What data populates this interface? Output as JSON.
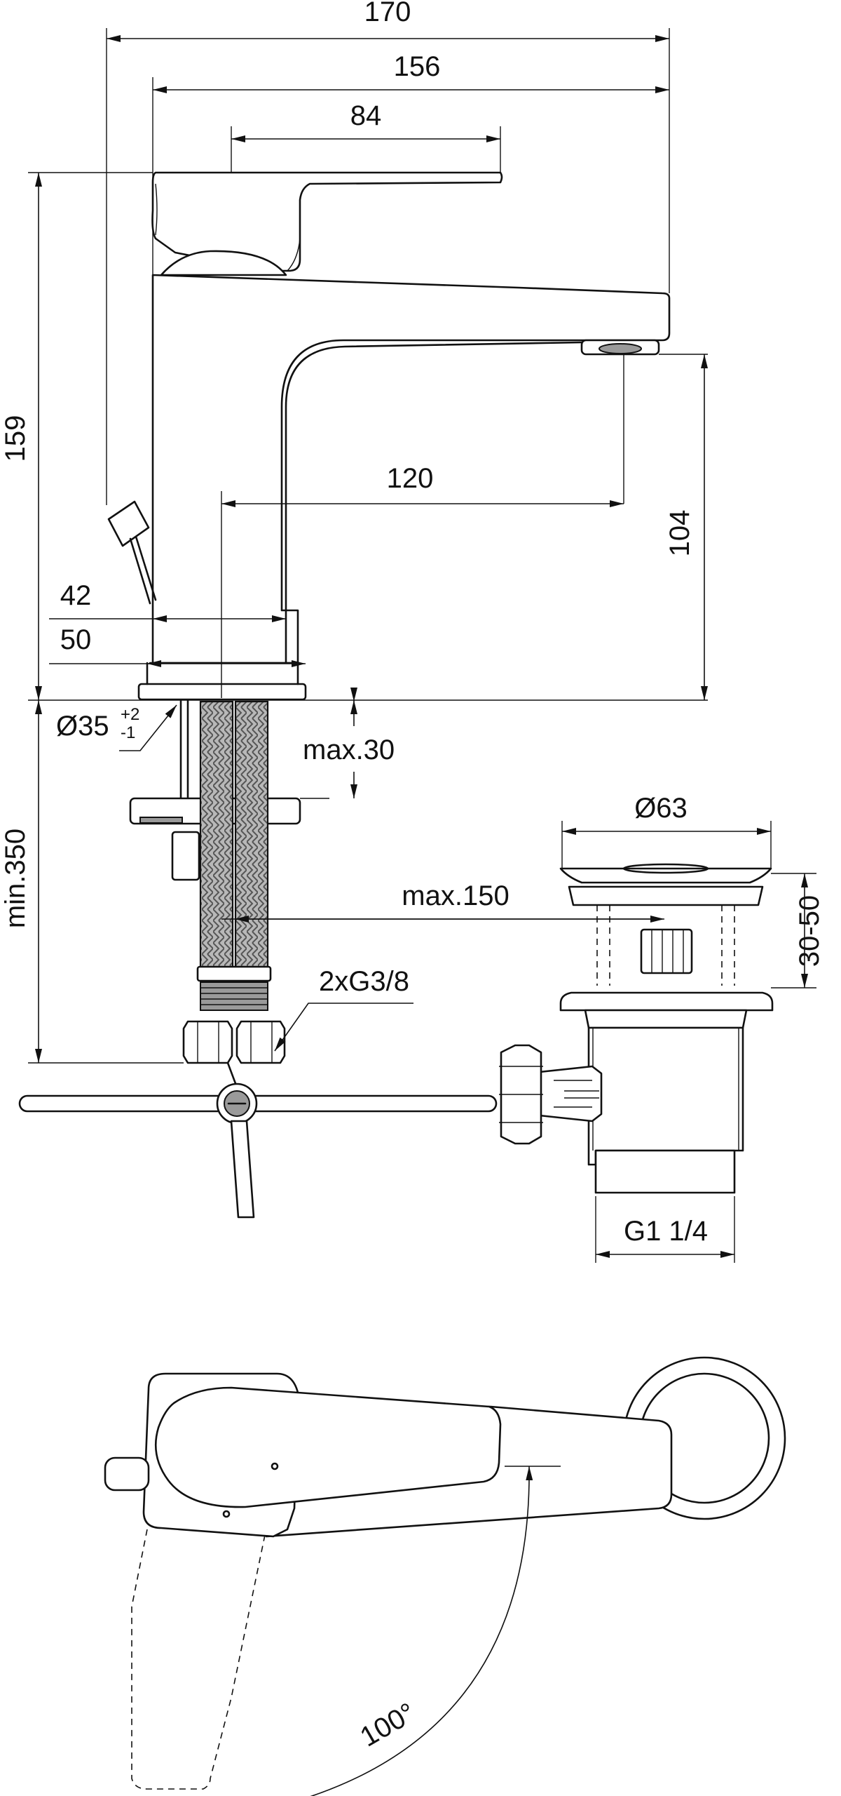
{
  "dimensions": {
    "d170": "170",
    "d156": "156",
    "d84": "84",
    "d159": "159",
    "d120": "120",
    "d104": "104",
    "d42": "42",
    "d50": "50",
    "hole_dia": "Ø35",
    "hole_tol_plus": "+2",
    "hole_tol_minus": "-1",
    "max30": "max.30",
    "min350": "min.350",
    "d63": "Ø63",
    "max150": "max.150",
    "d30_50": "30-50",
    "connection": "2xG3/8",
    "waste_thread": "G1 1/4",
    "angle": "100°"
  }
}
